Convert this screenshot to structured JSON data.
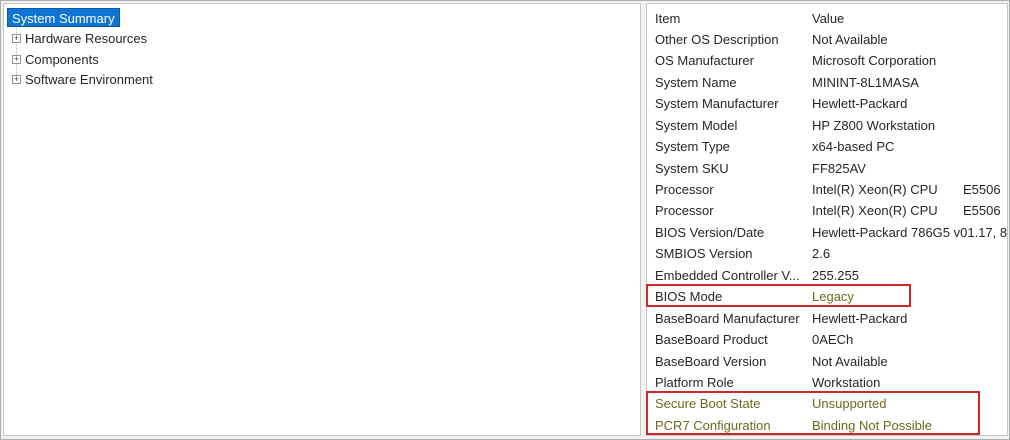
{
  "colors": {
    "selection_blue": "#0e76d2",
    "selection_blue_border": "#0a5cab",
    "annotation_red": "#cd2727",
    "highlight_olive": "#6e691e"
  },
  "tree": {
    "root": {
      "label": "System Summary",
      "selected": true
    },
    "items": [
      {
        "label": "Hardware Resources",
        "expander": "+"
      },
      {
        "label": "Components",
        "expander": "+"
      },
      {
        "label": "Software Environment",
        "expander": "+"
      }
    ]
  },
  "details": {
    "header": {
      "item": "Item",
      "value": "Value"
    },
    "rows": [
      {
        "item": "Other OS Description",
        "value": "Not Available"
      },
      {
        "item": "OS Manufacturer",
        "value": "Microsoft Corporation"
      },
      {
        "item": "System Name",
        "value": "MININT-8L1MASA"
      },
      {
        "item": "System Manufacturer",
        "value": "Hewlett-Packard"
      },
      {
        "item": "System Model",
        "value": "HP Z800 Workstation"
      },
      {
        "item": "System Type",
        "value": "x64-based PC"
      },
      {
        "item": "System SKU",
        "value": "FF825AV"
      },
      {
        "item": "Processor",
        "value": "Intel(R) Xeon(R) CPU       E5506"
      },
      {
        "item": "Processor",
        "value": "Intel(R) Xeon(R) CPU       E5506"
      },
      {
        "item": "BIOS Version/Date",
        "value": "Hewlett-Packard 786G5 v01.17, 8/"
      },
      {
        "item": "SMBIOS Version",
        "value": "2.6"
      },
      {
        "item": "Embedded Controller V...",
        "value": "255.255"
      },
      {
        "item": "BIOS Mode",
        "value": "Legacy",
        "value_highlighted": true
      },
      {
        "item": "BaseBoard Manufacturer",
        "value": "Hewlett-Packard"
      },
      {
        "item": "BaseBoard Product",
        "value": "0AECh"
      },
      {
        "item": "BaseBoard Version",
        "value": "Not Available"
      },
      {
        "item": "Platform Role",
        "value": "Workstation"
      },
      {
        "item": "Secure Boot State",
        "value": "Unsupported",
        "row_highlighted": true
      },
      {
        "item": "PCR7 Configuration",
        "value": "Binding Not Possible",
        "row_highlighted": true
      }
    ]
  },
  "annotations": [
    {
      "name": "bios-mode-box",
      "target": "BIOS Mode"
    },
    {
      "name": "secure-boot-box",
      "target": "Secure Boot State / PCR7 Configuration"
    }
  ]
}
